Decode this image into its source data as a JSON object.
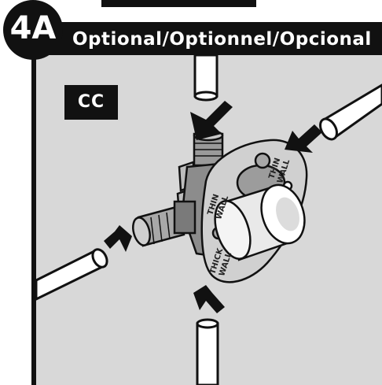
{
  "step": {
    "number": "4A"
  },
  "header": {
    "title": "Optional/Optionnel/Opcional"
  },
  "option_label": "CC",
  "valve_markings": {
    "thin_wall_left": [
      "THIN",
      "WALL"
    ],
    "thin_wall_right": [
      "THIN",
      "WALL"
    ],
    "thick_wall": [
      "THICK",
      "WALL"
    ]
  },
  "colors": {
    "panel_background": "#d8d8d8",
    "ink": "#111111",
    "pipe": "#ffffff"
  }
}
